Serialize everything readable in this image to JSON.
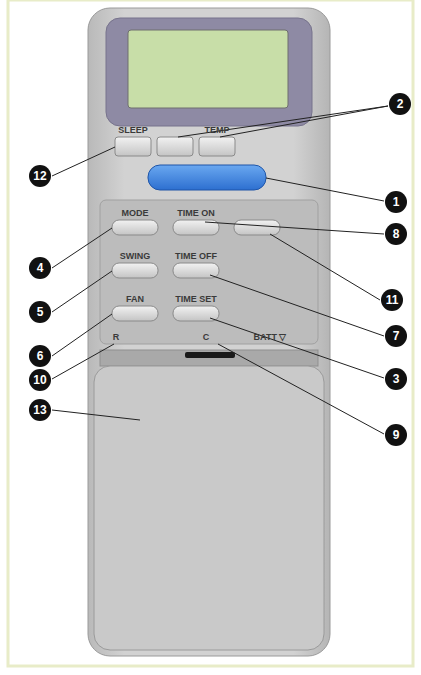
{
  "diagram": {
    "labels": [
      "SLEEP",
      "TEMP",
      "MODE",
      "TIME ON",
      "SWING",
      "TIME OFF",
      "FAN",
      "TIME SET",
      "R",
      "C",
      "BATT ▽",
      "1",
      "2",
      "3",
      "4",
      "5",
      "6",
      "7",
      "8",
      "9",
      "10",
      "11",
      "12",
      "13"
    ]
  }
}
